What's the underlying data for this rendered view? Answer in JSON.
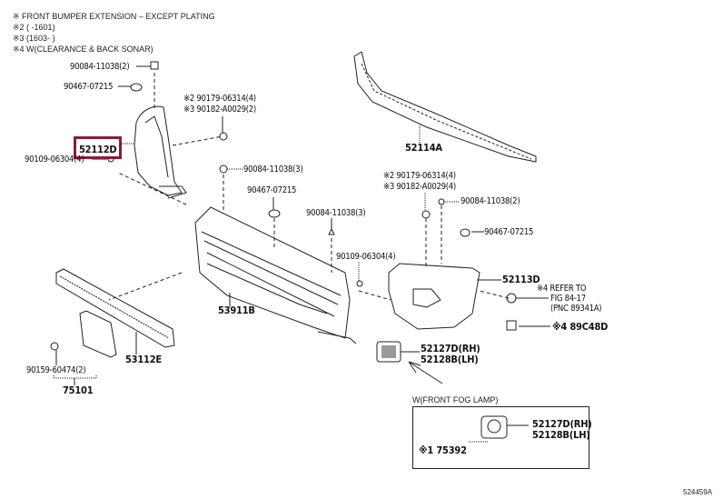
{
  "notes": [
    "※  FRONT BUMPER EXTENSION – EXCEPT PLATING",
    "※2 (      -1601)",
    "※3 (1603-      )",
    "※4 W(CLEARANCE & BACK SONAR)"
  ],
  "highlight_color": "#8b1a3a",
  "labels": {
    "l_90084_a": "90084-11038(2)",
    "l_90467_a": "90467-07215",
    "l_9017_a": "※2 90179-06314(4)",
    "l_9018_a": "※3 90182-A0029(2)",
    "l_52112D": "52112D",
    "l_90109_a": "90109-06304(4)",
    "l_90084_b": "90084-11038(3)",
    "l_90467_b": "90467-07215",
    "l_90084_c": "90084-11038(3)",
    "l_90109_b": "90109-06304(4)",
    "l_52114A": "52114A",
    "l_9017_b": "※2 90179-06314(4)",
    "l_9018_b": "※3 90182-A0029(4)",
    "l_90084_d": "90084-11038(2)",
    "l_90467_c": "90467-07215",
    "l_52113D": "52113D",
    "l_refer1": "※4 REFER TO",
    "l_refer2": "FIG 84-17",
    "l_refer3": "(PNC 89341A)",
    "l_89C48D": "※4 89C48D",
    "l_53911B": "53911B",
    "l_53112E": "53112E",
    "l_90159": "90159-60474(2)",
    "l_75101": "75101",
    "l_52127D": "52127D(RH)",
    "l_52128B": "52128B(LH)",
    "fog_title": "W(FRONT FOG LAMP)",
    "l_fog_52127D": "52127D(RH)",
    "l_fog_52128B": "52128B(LH)",
    "l_75392": "※1 75392",
    "figure_id": "524459A"
  }
}
